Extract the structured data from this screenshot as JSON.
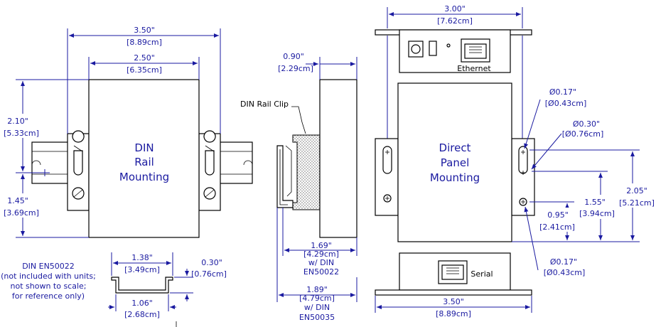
{
  "din_rail_view": {
    "overall_width": "3.50\"",
    "overall_width_cm": "[8.89cm]",
    "body_width": "2.50\"",
    "body_width_cm": "[6.35cm]",
    "upper_height": "2.10\"",
    "upper_height_cm": "[5.33cm]",
    "lower_height": "1.45\"",
    "lower_height_cm": "[3.69cm]",
    "label_line1": "DIN",
    "label_line2": "Rail",
    "label_line3": "Mounting"
  },
  "side_view": {
    "depth": "0.90\"",
    "depth_cm": "[2.29cm]",
    "clip_label": "DIN Rail Clip",
    "depth_22": "1.69\"",
    "depth_22_cm": "[4.29cm]",
    "depth_22_note1": "w/ DIN",
    "depth_22_note2": "EN50022",
    "depth_35": "1.89\"",
    "depth_35_cm": "[4.79cm]",
    "depth_35_note1": "w/ DIN",
    "depth_35_note2": "EN50035"
  },
  "rail_profile": {
    "title": "DIN EN50022",
    "note1": "(not included with units;",
    "note2": "not shown to scale;",
    "note3": "for reference only)",
    "top_width": "1.38\"",
    "top_width_cm": "[3.49cm]",
    "height": "0.30\"",
    "height_cm": "[0.76cm]",
    "bottom_width": "1.06\"",
    "bottom_width_cm": "[2.68cm]"
  },
  "panel_view": {
    "top_width": "3.00\"",
    "top_width_cm": "[7.62cm]",
    "ethernet_label": "Ethernet",
    "serial_label": "Serial",
    "label_line1": "Direct",
    "label_line2": "Panel",
    "label_line3": "Mounting",
    "hole_small_top": "Ø0.17\"",
    "hole_small_top_cm": "[Ø0.43cm]",
    "hole_large": "Ø0.30\"",
    "hole_large_cm": "[Ø0.76cm]",
    "dim_205": "2.05\"",
    "dim_205_cm": "[5.21cm]",
    "dim_155": "1.55\"",
    "dim_155_cm": "[3.94cm]",
    "dim_095": "0.95\"",
    "dim_095_cm": "[2.41cm]",
    "hole_small_bottom": "Ø0.17\"",
    "hole_small_bottom_cm": "[Ø0.43cm]",
    "bottom_width": "3.50\"",
    "bottom_width_cm": "[8.89cm]"
  }
}
